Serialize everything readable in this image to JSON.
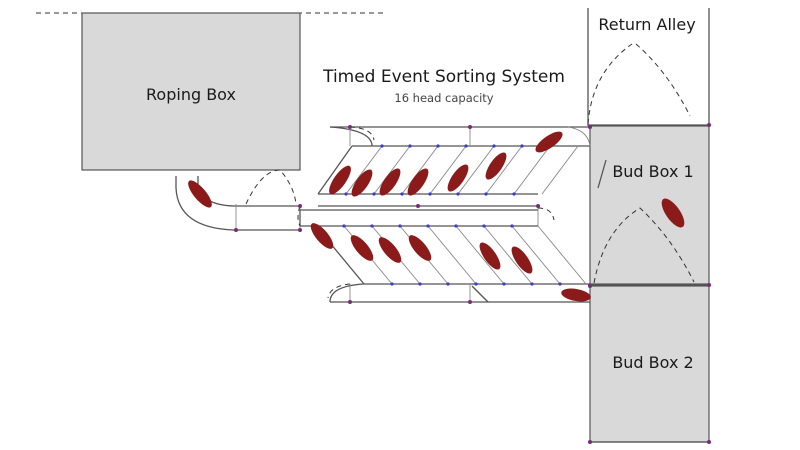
{
  "diagram": {
    "title": "Timed Event Sorting System",
    "subtitle": "16 head capacity",
    "areas": {
      "roping_box": "Roping Box",
      "return_alley": "Return Alley",
      "bud_box_1": "Bud Box 1",
      "bud_box_2": "Bud Box 2"
    }
  },
  "colors": {
    "pen_fill": "#d9d9d9",
    "rail": "#555555",
    "cattle": "#8b1a1a",
    "post": "#7a2a7a"
  }
}
